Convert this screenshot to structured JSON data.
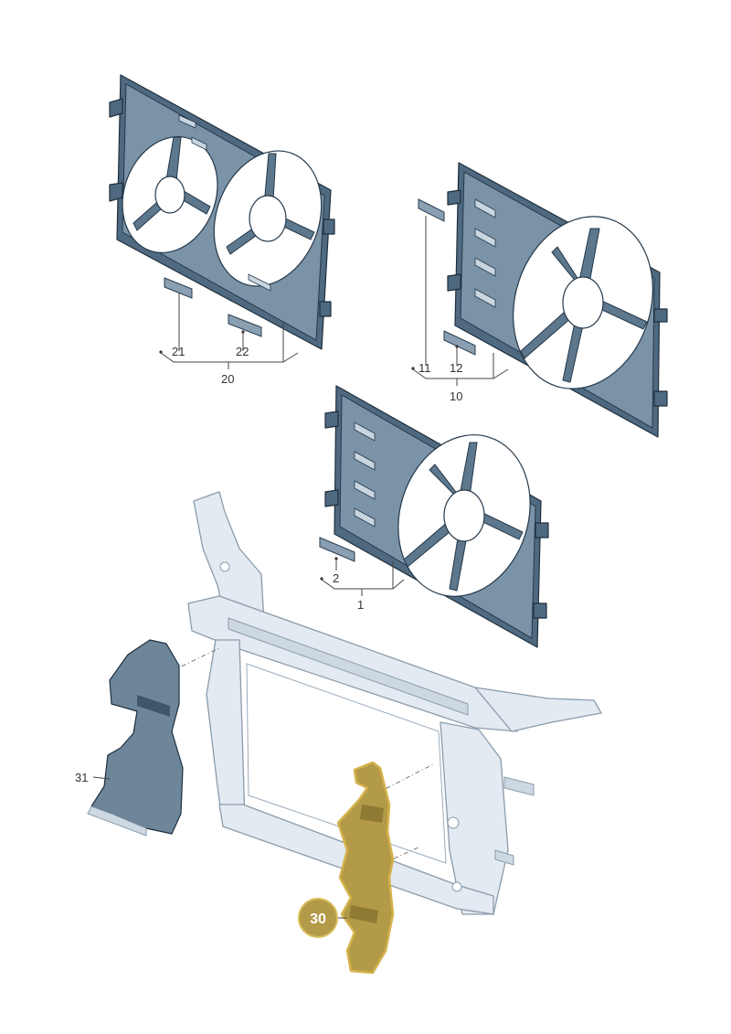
{
  "callouts": {
    "c1": "1",
    "c2": "2",
    "c10": "10",
    "c11": "11",
    "c12": "12",
    "c20": "20",
    "c21": "21",
    "c22": "22",
    "c30": "30",
    "c31": "31"
  },
  "colors": {
    "highlight": "#b39a48",
    "frame": "#4f6a80",
    "carrier": "#e3eaf1"
  }
}
